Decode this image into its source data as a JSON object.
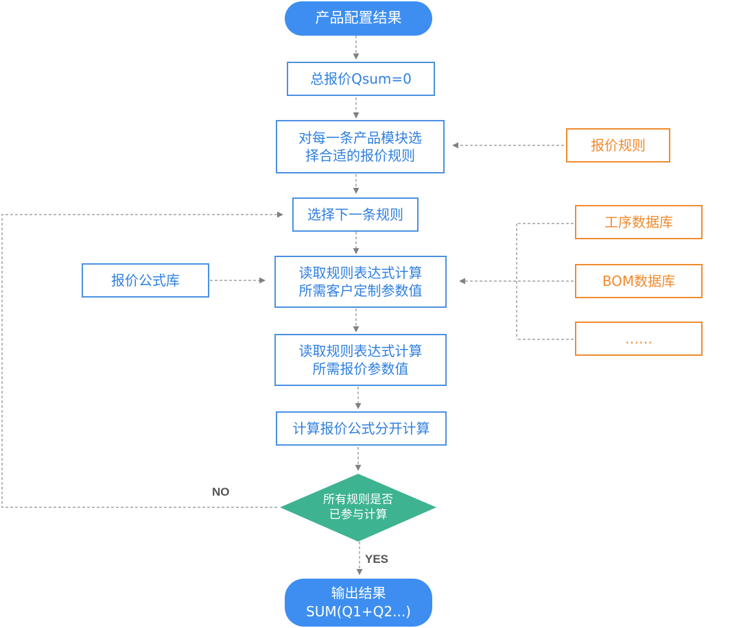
{
  "nodes": {
    "start": "产品配置结果",
    "total_init": "总报价Qsum=0",
    "select_rule_line1": "对每一条产品模块选",
    "select_rule_line2": "择合适的报价规则",
    "quote_rules": "报价规则",
    "next_rule": "选择下一条规则",
    "process_db": "工序数据库",
    "bom_db": "BOM数据库",
    "more_db": "……",
    "formula_lib": "报价公式库",
    "read_custom_line1": "读取规则表达式计算",
    "read_custom_line2": "所需客户定制参数值",
    "read_quote_line1": "读取规则表达式计算",
    "read_quote_line2": "所需报价参数值",
    "compute": "计算报价公式分开计算",
    "decision_line1": "所有规则是否",
    "decision_line2": "已参与计算",
    "end_line1": "输出结果",
    "end_line2": "SUM(Q1+Q2...)"
  },
  "edge_labels": {
    "no": "NO",
    "yes": "YES"
  },
  "colors": {
    "blue": "#3d8ef0",
    "orange": "#f08a2c",
    "green": "#3db391",
    "dash": "#a0a0a0",
    "arrow": "#808080"
  }
}
